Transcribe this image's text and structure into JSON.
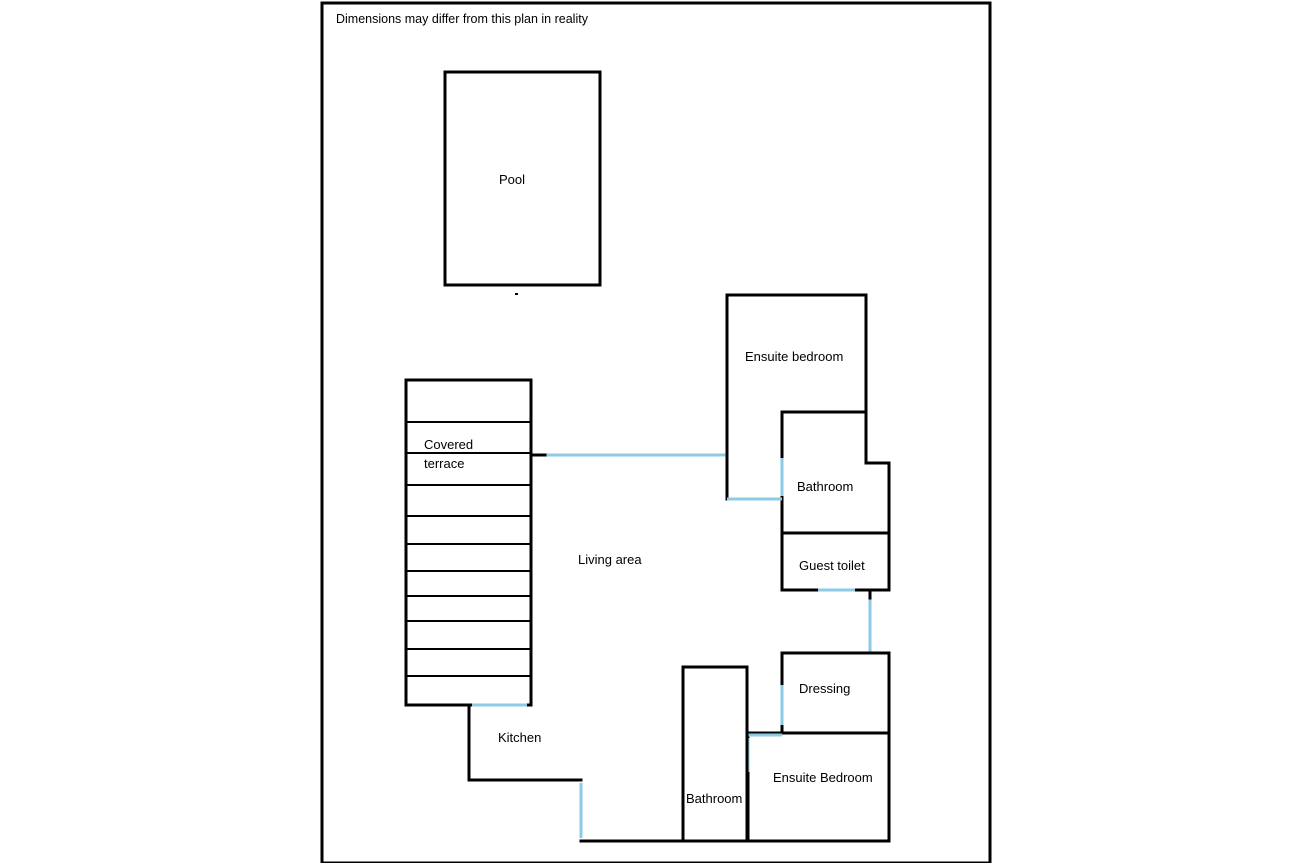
{
  "note": "Dimensions may differ from this plan in reality",
  "colors": {
    "wall": "#000000",
    "opening": "#8ecae6",
    "background": "#ffffff"
  },
  "rooms": {
    "pool": "Pool",
    "ensuite_bedroom_top": "Ensuite bedroom",
    "covered_terrace_line1": "Covered",
    "covered_terrace_line2": "terrace",
    "bathroom_right": "Bathroom",
    "living_area": "Living area",
    "guest_toilet": "Guest toilet",
    "dressing": "Dressing",
    "kitchen": "Kitchen",
    "ensuite_bedroom_bottom": "Ensuite Bedroom",
    "bathroom_bottom": "Bathroom"
  }
}
